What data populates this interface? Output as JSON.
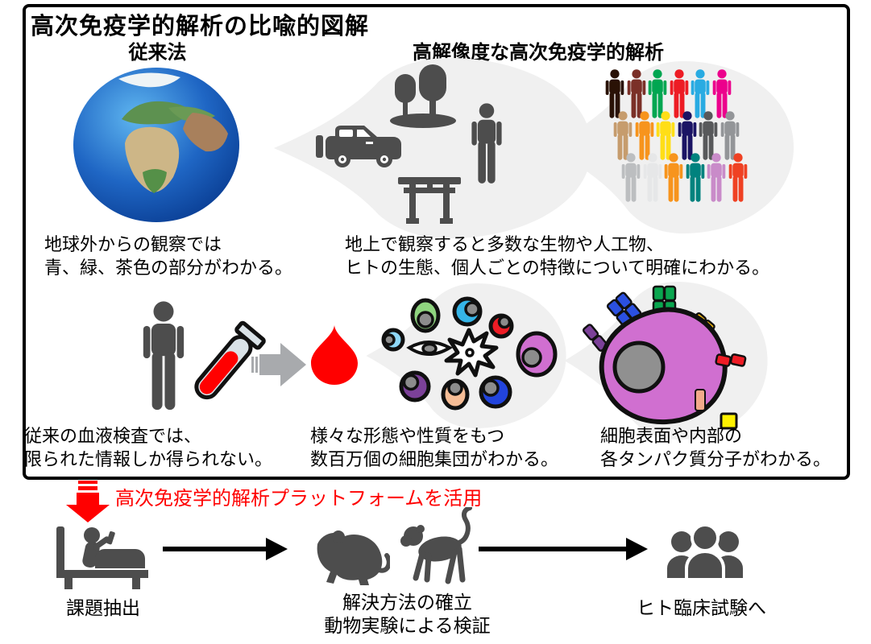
{
  "title": "高次免疫学的解析の比喩的図解",
  "columns": {
    "conventional": "従来法",
    "advanced": "高解像度な高次免疫学的解析"
  },
  "captions": {
    "earth": "地球外からの観察では\n青、緑、茶色の部分がわかる。",
    "ground": "地上で観察すると多数な生物や人工物、\nヒトの生態、個人ごとの特徴について明確にわかる。",
    "blood_test": "従来の血液検査では、\n限られた情報しか得られない。",
    "cells": "様々な形態や性質をもつ\n数百万個の細胞集団がわかる。",
    "proteins": "細胞表面や内部の\n各タンパク質分子がわかる。"
  },
  "platform_note": "高次免疫学的解析プラットフォームを活用",
  "flow": {
    "step1": "課題抽出",
    "step2": "解決方法の確立\n動物実験による検証",
    "step3": "ヒト臨床試験へ"
  },
  "colors": {
    "accent_red": "#ff0000",
    "icon_gray": "#4d4d4d",
    "blob_gray": "#f0f0f0",
    "blood_red": "#ff0000",
    "cell_orchid": "#d06fd0"
  },
  "crowd": {
    "rows": [
      {
        "colors": [
          "#2a1206",
          "#7b3028",
          "#00a651",
          "#ed1c24",
          "#29abe2",
          "#ec008c"
        ]
      },
      {
        "colors": [
          "#c69c6d",
          "#f7941d",
          "#ffde17",
          "#1b1464",
          "#58595b",
          "#939598"
        ]
      },
      {
        "colors": [
          "#bcbec0",
          "#e6e7e8",
          "#f7941d",
          "#00827e",
          "#c98bc9",
          "#ef4123"
        ]
      }
    ]
  },
  "icons": {
    "earth-icon": "globe showing Europe and Africa",
    "car-icon": "SUV silhouette",
    "trees-icon": "two trees on ground",
    "person-icon": "standing person pictogram",
    "torii-icon": "torii gate",
    "crowd-person-icon": "colored person pictogram",
    "test-tube-icon": "blood sample tube",
    "right-block-arrow-icon": "gray block arrow",
    "blood-drop-icon": "red blood drop",
    "cell-cluster-icon": "assorted immune cells",
    "protein-cell-icon": "cell with surface protein receptors",
    "red-down-arrow-icon": "red arrow pointing down",
    "patient-bed-icon": "patient sitting in bed",
    "mouse-icon": "mouse silhouette",
    "monkey-icon": "monkey silhouette",
    "people-group-icon": "group of three people",
    "flow-arrow-icon": "black right arrow"
  }
}
